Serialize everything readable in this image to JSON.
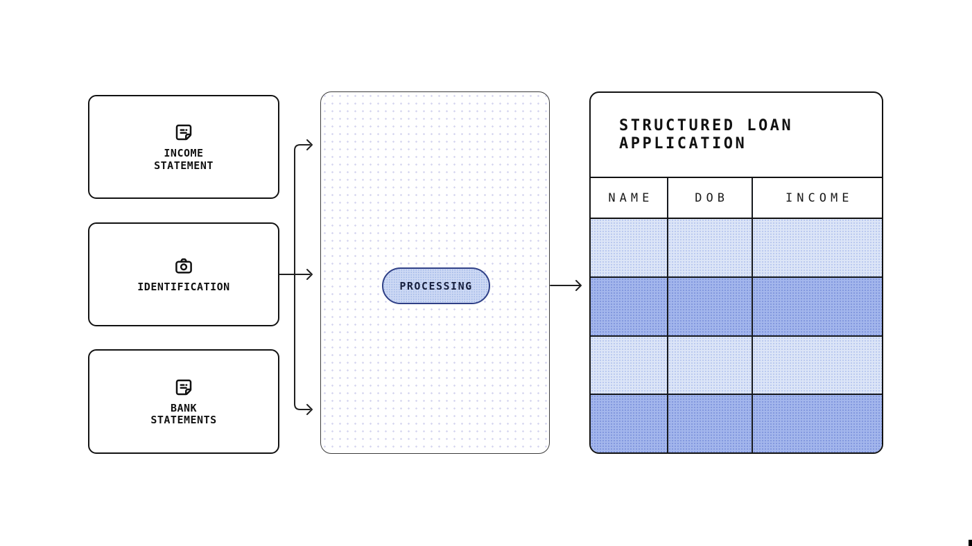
{
  "diagram": {
    "inputs": [
      {
        "label": "INCOME\nSTATEMENT",
        "icon": "note-icon"
      },
      {
        "label": "IDENTIFICATION",
        "icon": "camera-icon"
      },
      {
        "label": "BANK\nSTATEMENTS",
        "icon": "note-icon"
      }
    ],
    "processor": {
      "label": "PROCESSING"
    },
    "output_table": {
      "title": "STRUCTURED LOAN\nAPPLICATION",
      "columns": [
        "NAME",
        "DOB",
        "INCOME"
      ],
      "rows": [
        {
          "shade": "light",
          "cells": [
            "",
            "",
            ""
          ]
        },
        {
          "shade": "dark",
          "cells": [
            "",
            "",
            ""
          ]
        },
        {
          "shade": "light",
          "cells": [
            "",
            "",
            ""
          ]
        },
        {
          "shade": "dark",
          "cells": [
            "",
            "",
            ""
          ]
        }
      ]
    },
    "colors": {
      "pill_border": "#2e3f86",
      "pill_fill": "#cdd9f4",
      "row_light": "#dce5f7",
      "row_dark": "#a3b6ec",
      "line": "#1f1f1f",
      "card_border": "#111111"
    }
  }
}
